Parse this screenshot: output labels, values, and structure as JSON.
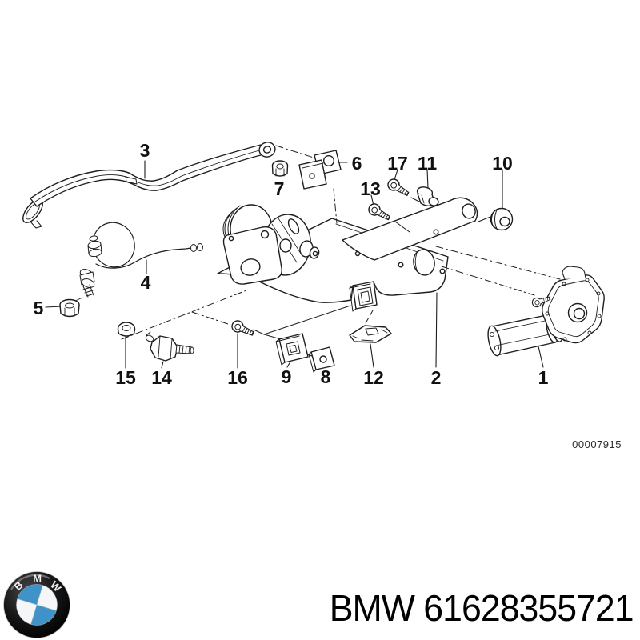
{
  "diagram": {
    "doc_number": "00007915",
    "callouts": [
      "1",
      "2",
      "3",
      "4",
      "5",
      "6",
      "7",
      "8",
      "9",
      "10",
      "11",
      "12",
      "13",
      "14",
      "15",
      "16",
      "17"
    ]
  },
  "footer": {
    "logo_letters": [
      "B",
      "M",
      "W"
    ],
    "logo_blue": "#3f93c8",
    "caption": "BMW 61628355721"
  }
}
